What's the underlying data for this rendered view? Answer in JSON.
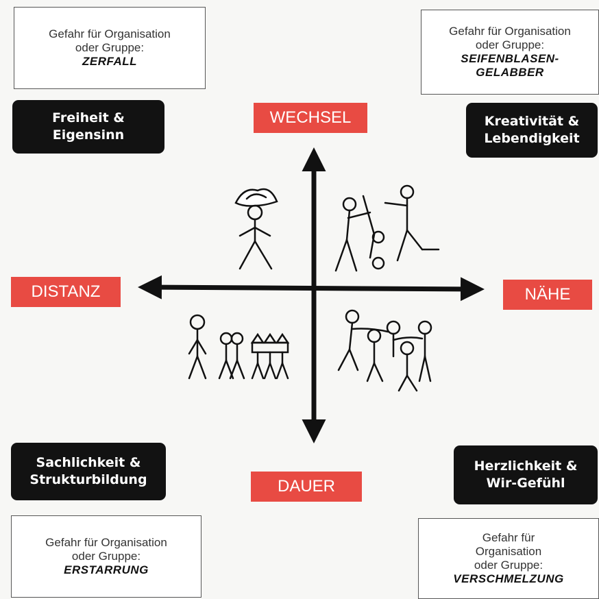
{
  "poles": {
    "top": "WECHSEL",
    "left": "DISTANZ",
    "right": "NÄHE",
    "bottom": "DAUER"
  },
  "quadrants": {
    "top_left": {
      "value_line1": "Freiheit &",
      "value_line2": "Eigensinn",
      "danger_line1": "Gefahr für Organisation",
      "danger_line2": "oder Gruppe:",
      "danger_term": "ZERFALL"
    },
    "top_right": {
      "value_line1": "Kreativität &",
      "value_line2": "Lebendigkeit",
      "danger_line1": "Gefahr für Organisation",
      "danger_line2": "oder Gruppe:",
      "danger_term1": "SEIFENBLASEN-",
      "danger_term2": "GELABBER"
    },
    "bottom_left": {
      "value_line1": "Sachlichkeit &",
      "value_line2": "Strukturbildung",
      "danger_line1": "Gefahr für Organisation",
      "danger_line2": "oder Gruppe:",
      "danger_term": "ERSTARRUNG"
    },
    "bottom_right": {
      "value_line1": "Herzlichkeit &",
      "value_line2": "Wir-Gefühl",
      "danger_line1": "Gefahr für",
      "danger_line2": "Organisation",
      "danger_line3": "oder Gruppe:",
      "danger_term": "VERSCHMELZUNG"
    }
  },
  "colors": {
    "pole_fill": "#e84b43",
    "value_fill": "#121212",
    "arrow": "#111111"
  }
}
